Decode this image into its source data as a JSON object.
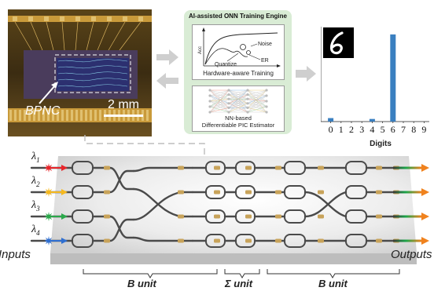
{
  "photo": {
    "chip_label": "BPNC",
    "scale_label": "2 mm"
  },
  "engine": {
    "title": "AI-assisted ONN Training Engine",
    "plot_axis": "Acc",
    "noise_label": "Noise",
    "quantize_label": "Quantize",
    "er_label": "ER",
    "training_caption": "Hardware-aware Training",
    "estimator_caption_1": "NN-based",
    "estimator_caption_2": "Differentiable PIC Estimator"
  },
  "chart_data": {
    "type": "bar",
    "categories": [
      "0",
      "1",
      "2",
      "3",
      "4",
      "5",
      "6",
      "7",
      "8",
      "9"
    ],
    "values": [
      0.04,
      0.0,
      0.0,
      0.0,
      0.03,
      0.0,
      1.0,
      0.0,
      0.0,
      0.0
    ],
    "xlabel": "Digits",
    "ylim": [
      0,
      1.08
    ],
    "colors": {
      "bar": "#3a7fc0"
    }
  },
  "chip": {
    "inputs_label": "Inputs",
    "outputs_label": "Outputs",
    "wavelengths": [
      {
        "symbol": "λ",
        "sub": "1",
        "color": "#e8262b"
      },
      {
        "symbol": "λ",
        "sub": "2",
        "color": "#f5b81f"
      },
      {
        "symbol": "λ",
        "sub": "3",
        "color": "#2aa84a"
      },
      {
        "symbol": "λ",
        "sub": "4",
        "color": "#2f6fd1"
      }
    ],
    "unit_labels": [
      "B unit",
      "Σ unit",
      "B unit"
    ],
    "output_color": "#f0821e"
  }
}
